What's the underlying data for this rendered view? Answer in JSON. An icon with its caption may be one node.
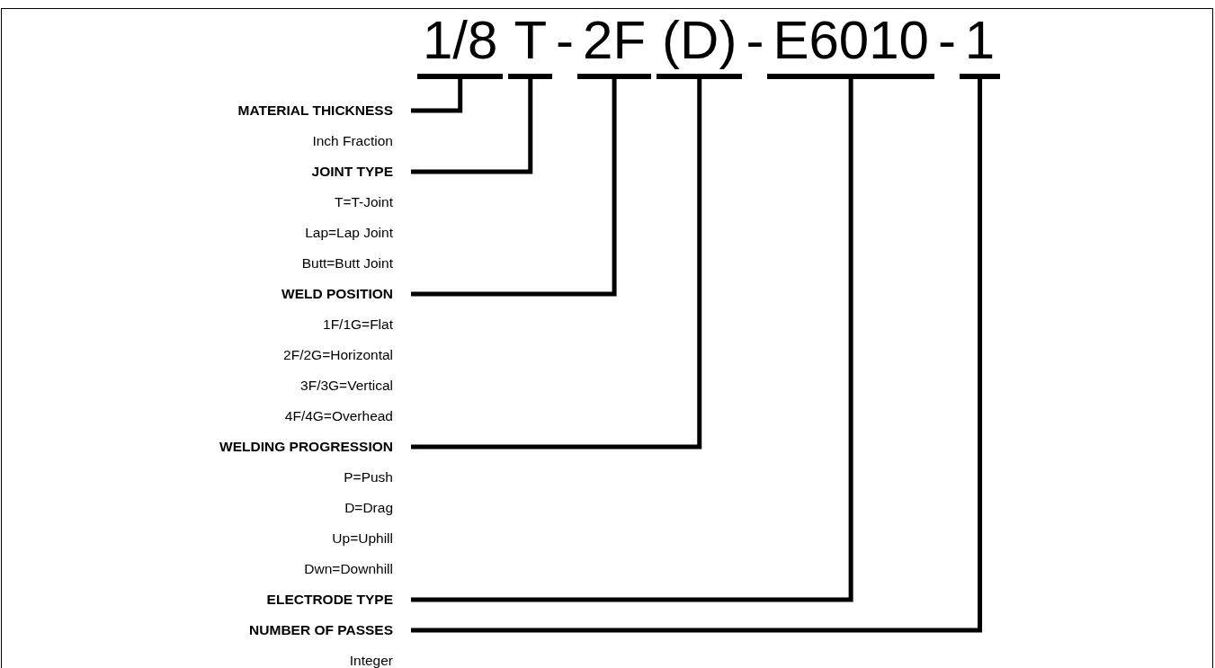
{
  "diagram": {
    "nodes": [
      {
        "text": [
          "1/8"
        ]
      },
      {
        "text": [
          "T"
        ]
      },
      {
        "text": [
          "2F"
        ]
      },
      {
        "text": [
          "(D)"
        ]
      },
      {
        "text": [
          "E6010"
        ]
      },
      {
        "text": [
          "1"
        ]
      },
      {
        "text": [
          "MATERIAL THICKNESS"
        ],
        "beside": [
          "Inch Fraction"
        ]
      },
      {
        "text": [
          "JOINT TYPE"
        ],
        "beside": [
          "T=T-Joint",
          "Lap=Lap Joint",
          "Butt=Butt Joint"
        ]
      },
      {
        "text": [
          "WELD POSITION"
        ],
        "beside": [
          "1F/1G=Flat",
          "2F/2G=Horizontal",
          "3F/3G=Vertical",
          "4F/4G=Overhead"
        ]
      },
      {
        "text": [
          "WELDING PROGRESSION"
        ],
        "beside": [
          "P=Push",
          "D=Drag",
          "Up=Uphill",
          "Dwn=Downhill"
        ]
      },
      {
        "text": [
          "ELECTRODE TYPE"
        ]
      },
      {
        "text": [
          "NUMBER OF PASSES"
        ],
        "beside": [
          "Integer"
        ]
      }
    ],
    "edges": [
      {
        "from": 6,
        "to": 0,
        "arrow": "none"
      },
      {
        "from": 7,
        "to": 1,
        "arrow": "none"
      },
      {
        "from": 8,
        "to": 2,
        "arrow": "none"
      },
      {
        "from": 9,
        "to": 3,
        "arrow": "none"
      },
      {
        "from": 10,
        "to": 4,
        "arrow": "none"
      },
      {
        "from": 11,
        "to": 5,
        "arrow": "none"
      }
    ],
    "labels": [
      "-",
      "-",
      "-"
    ]
  }
}
